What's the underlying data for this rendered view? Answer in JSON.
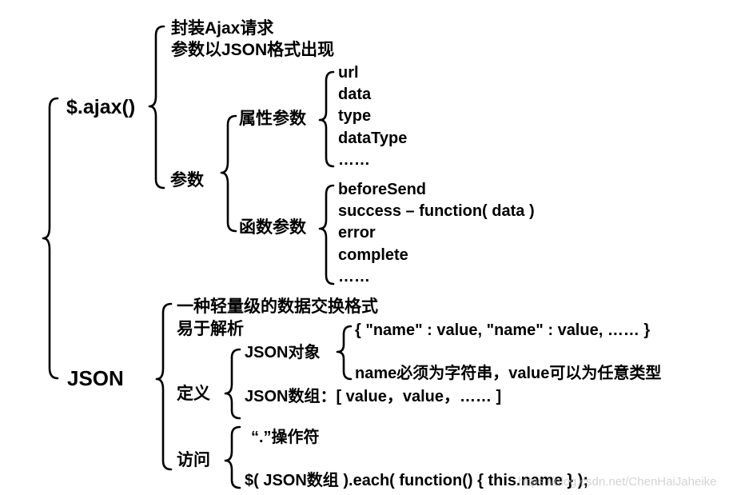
{
  "root_branches": {
    "ajax": {
      "label": "$.ajax()",
      "items": [
        "封装Ajax请求",
        "参数以JSON格式出现"
      ],
      "params": {
        "label": "参数",
        "attribute_params": {
          "label": "属性参数",
          "items": [
            "url",
            "data",
            "type",
            "dataType",
            "……"
          ]
        },
        "function_params": {
          "label": "函数参数",
          "items": [
            "beforeSend",
            "success – function( data )",
            "error",
            "complete",
            "……"
          ]
        }
      }
    },
    "json": {
      "label": "JSON",
      "items": [
        "一种轻量级的数据交换格式",
        "易于解析"
      ],
      "definition": {
        "label": "定义",
        "json_object": {
          "label": "JSON对象",
          "items": [
            "{ \"name\" : value, \"name\" : value, …… }",
            "name必须为字符串，value可以为任意类型"
          ]
        },
        "json_array": "JSON数组：[ value，value，…… ]"
      },
      "access": {
        "label": "访问",
        "items": [
          "“.”操作符",
          "$( JSON数组 ).each( function() { this.name } );"
        ]
      }
    }
  },
  "watermark": "https://blog.csdn.net/ChenHaiJaheike"
}
